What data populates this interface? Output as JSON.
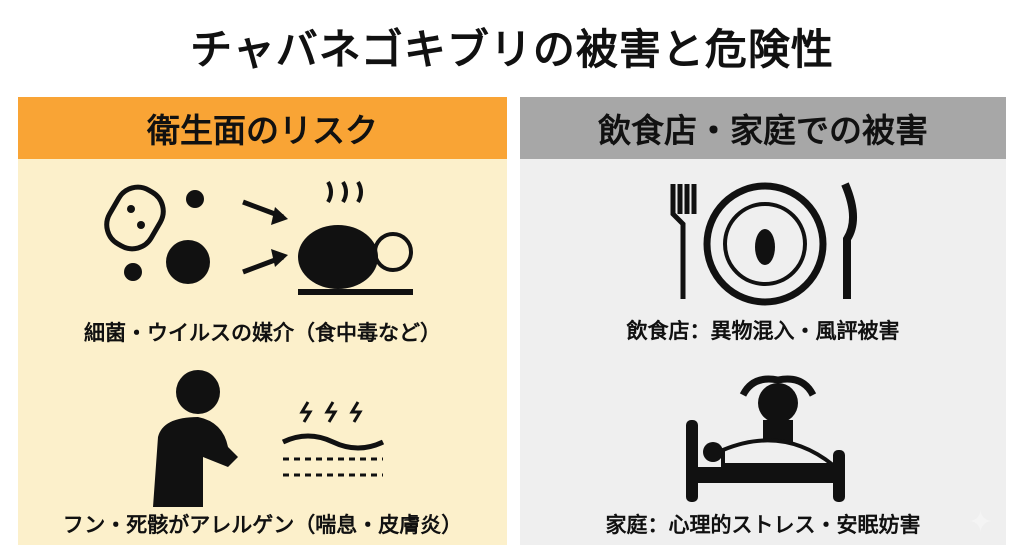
{
  "title": "チャバネゴキブリの被害と危険性",
  "left_panel": {
    "header": "衛生面のリスク",
    "items": [
      {
        "caption": "細菌・ウイルスの媒介（食中毒など）"
      },
      {
        "caption": "フン・死骸がアレルゲン（喘息・皮膚炎）"
      }
    ]
  },
  "right_panel": {
    "header": "飲食店・家庭での被害",
    "items": [
      {
        "caption": "飲食店：異物混入・風評被害"
      },
      {
        "caption": "家庭：心理的ストレス・安眠妨害"
      }
    ]
  },
  "colors": {
    "orange": "#F9A435",
    "cream": "#FCF0CB",
    "gray": "#A7A7A7",
    "light_gray": "#EFEFEF"
  }
}
